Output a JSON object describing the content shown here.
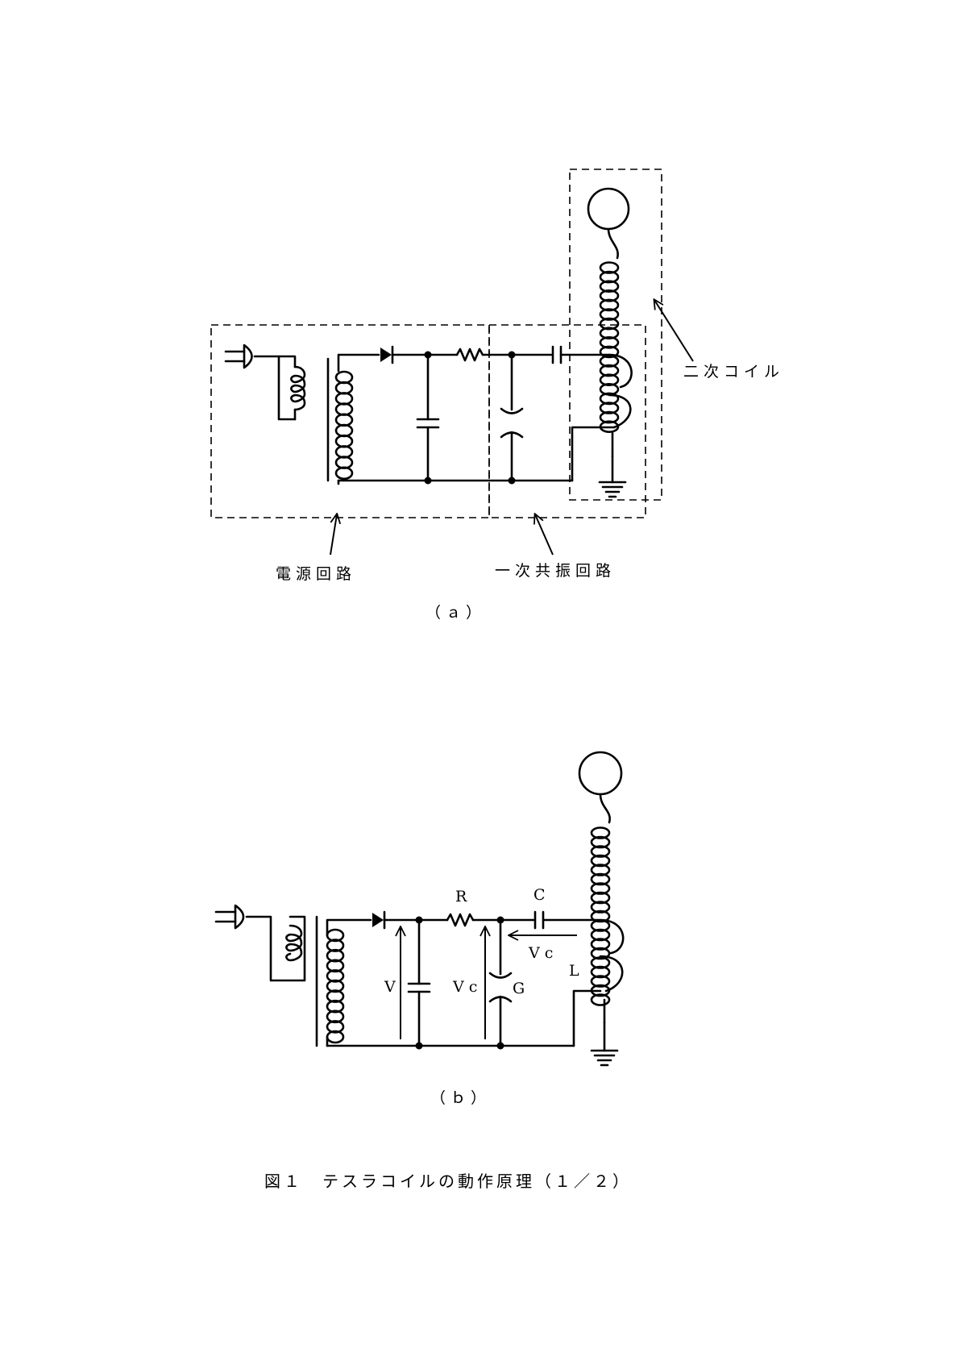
{
  "figure_a": {
    "label_secondary_coil": "二次コイル",
    "label_power_circuit": "電源回路",
    "label_primary_resonant": "一次共振回路",
    "sublabel": "（ａ）"
  },
  "figure_b": {
    "label_R": "R",
    "label_C": "C",
    "label_V": "V",
    "label_Vc_left": "Vc",
    "label_Vc_right": "Vc",
    "label_G": "G",
    "label_L": "L",
    "sublabel": "（ｂ）"
  },
  "caption": "図１　テスラコイルの動作原理（１／２）"
}
